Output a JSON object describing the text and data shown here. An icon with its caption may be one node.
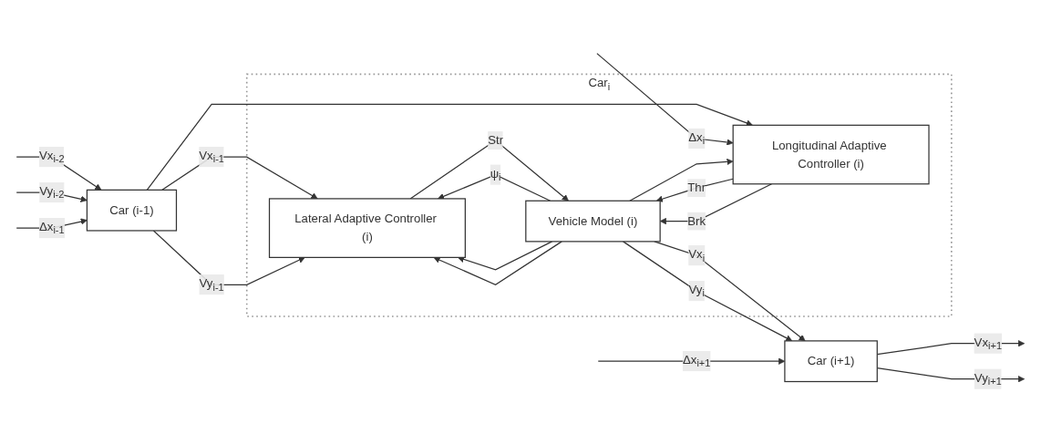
{
  "diagram": {
    "nodes": [
      {
        "text": [
          "Car$_{i}$"
        ]
      },
      {
        "text": [
          "Car (i-1)"
        ]
      },
      {
        "text": [
          "Lateral Adaptive Controller (i)"
        ],
        "in": 0
      },
      {
        "text": [
          "Longitudinal Adaptive Controller (i)"
        ],
        "in": 0
      },
      {
        "text": [
          "Vehicle Model (i)"
        ],
        "in": 0
      },
      {
        "text": [
          "Car (i+1)"
        ]
      }
    ],
    "edges": [
      {
        "from": null,
        "to": 1,
        "arrow": "to",
        "label": "Vx$_{i-2}$"
      },
      {
        "from": null,
        "to": 1,
        "arrow": "to",
        "label": "Vy$_{i-2}$"
      },
      {
        "from": null,
        "to": 1,
        "arrow": "to",
        "label": "Δx$_{i-1}$"
      },
      {
        "from": 1,
        "to": 2,
        "arrow": "to",
        "label": "Vx$_{i-1}$"
      },
      {
        "from": 1,
        "to": 3,
        "arrow": "to"
      },
      {
        "from": 1,
        "to": 2,
        "arrow": "to",
        "label": "Vy$_{i-1}$"
      },
      {
        "from": null,
        "to": 3,
        "arrow": "to",
        "label": "Δx$_{i}$"
      },
      {
        "from": 2,
        "to": 4,
        "arrow": "to",
        "label": "Str"
      },
      {
        "from": 3,
        "to": 4,
        "arrow": "to",
        "label": "Thr"
      },
      {
        "from": 3,
        "to": 4,
        "arrow": "to",
        "label": "Brk"
      },
      {
        "from": 4,
        "to": 2,
        "arrow": "to",
        "label": "ψ$_{i}$"
      },
      {
        "from": 4,
        "to": 5,
        "arrow": "to",
        "label": "Vx$_{i}$"
      },
      {
        "from": 4,
        "to": 5,
        "arrow": "to",
        "label": "Vy$_{i}$"
      },
      {
        "from": 4,
        "to": 2,
        "arrow": "to"
      },
      {
        "from": 4,
        "to": 2,
        "arrow": "to"
      },
      {
        "from": 4,
        "to": 3,
        "arrow": "to"
      },
      {
        "from": null,
        "to": 5,
        "arrow": "to",
        "label": "Δx$_{i+1}$"
      },
      {
        "from": 5,
        "to": null,
        "arrow": "to",
        "label": "Vx$_{i+1}$"
      },
      {
        "from": 5,
        "to": null,
        "arrow": "to",
        "label": "Vy$_{i+1}$"
      }
    ]
  }
}
